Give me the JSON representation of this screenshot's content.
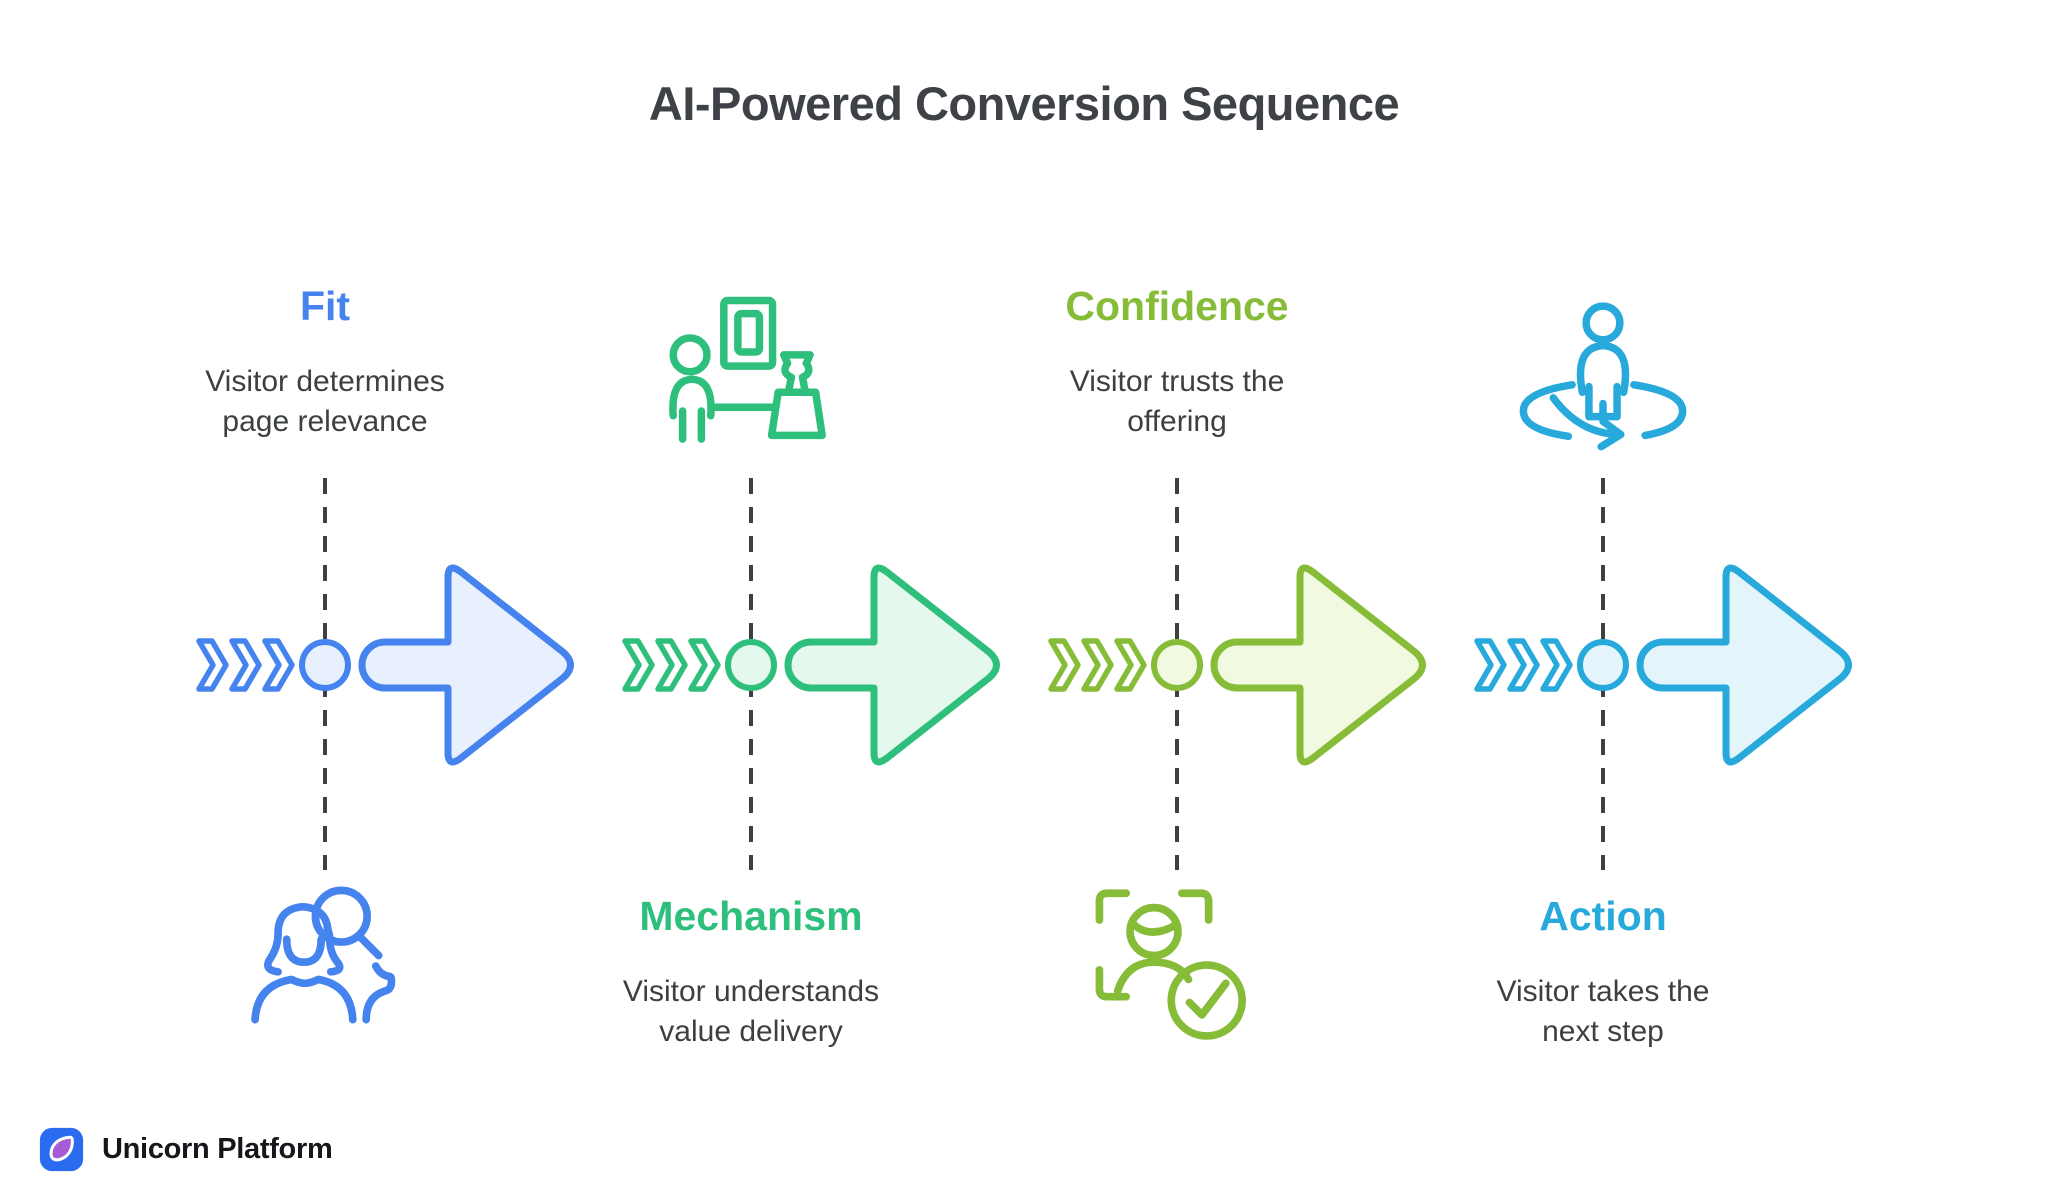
{
  "title": "AI-Powered Conversion Sequence",
  "colors": {
    "background": "#FFFFFF",
    "title": "#3E4145",
    "text": "#3C4043",
    "dash": "#3C4043"
  },
  "stages": [
    {
      "label": "Fit",
      "desc_lines": [
        "Visitor determines",
        "page relevance"
      ],
      "label_position": "top",
      "icon": "people-search-icon",
      "icon_position": "bottom",
      "accent": "#4583EE",
      "fill": "#E9F0FD"
    },
    {
      "label": "Mechanism",
      "desc_lines": [
        "Visitor understands",
        "value delivery"
      ],
      "label_position": "bottom",
      "icon": "gallery-visitor-icon",
      "icon_position": "top",
      "accent": "#2FBF7C",
      "fill": "#E4F8ED"
    },
    {
      "label": "Confidence",
      "desc_lines": [
        "Visitor trusts the",
        "offering"
      ],
      "label_position": "top",
      "icon": "face-scan-check-icon",
      "icon_position": "bottom",
      "accent": "#87BC39",
      "fill": "#F2F9E1"
    },
    {
      "label": "Action",
      "desc_lines": [
        "Visitor takes the",
        "next step"
      ],
      "label_position": "bottom",
      "icon": "person-turnaround-icon",
      "icon_position": "top",
      "accent": "#28A9DB",
      "fill": "#E3F4FB"
    }
  ],
  "footer": {
    "brand": "Unicorn Platform",
    "logo_colors": {
      "square": "#2B6BEF",
      "drop": "#A55CD6"
    }
  }
}
